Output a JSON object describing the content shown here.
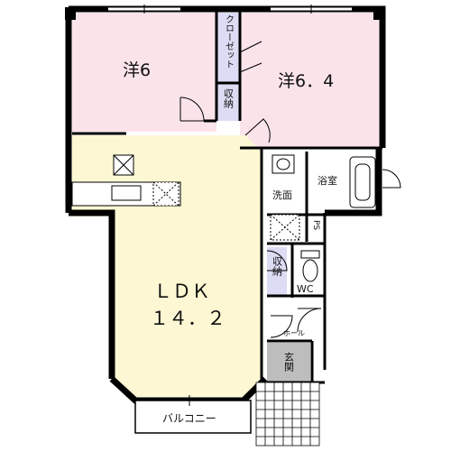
{
  "floor_plan": {
    "rooms": {
      "western_left": {
        "name": "洋",
        "size": "6"
      },
      "western_right": {
        "name": "洋",
        "size": "6．4"
      },
      "ldk": {
        "name": "ＬＤＫ",
        "size": "１４．２"
      },
      "closet": "クローゼット",
      "storage_upper": "収納",
      "storage_lower": "収納",
      "washroom": "洗面",
      "bathroom": "浴室",
      "ps": "PS",
      "wc": "WC",
      "hall": "ホール",
      "entrance": "玄関",
      "balcony": "バルコニー"
    },
    "colors": {
      "western_room": "#fbe3ea",
      "ldk": "#fdf8d3",
      "closet": "#dcdcf5",
      "entrance": "#bdbdbd",
      "wall": "#000000"
    }
  }
}
